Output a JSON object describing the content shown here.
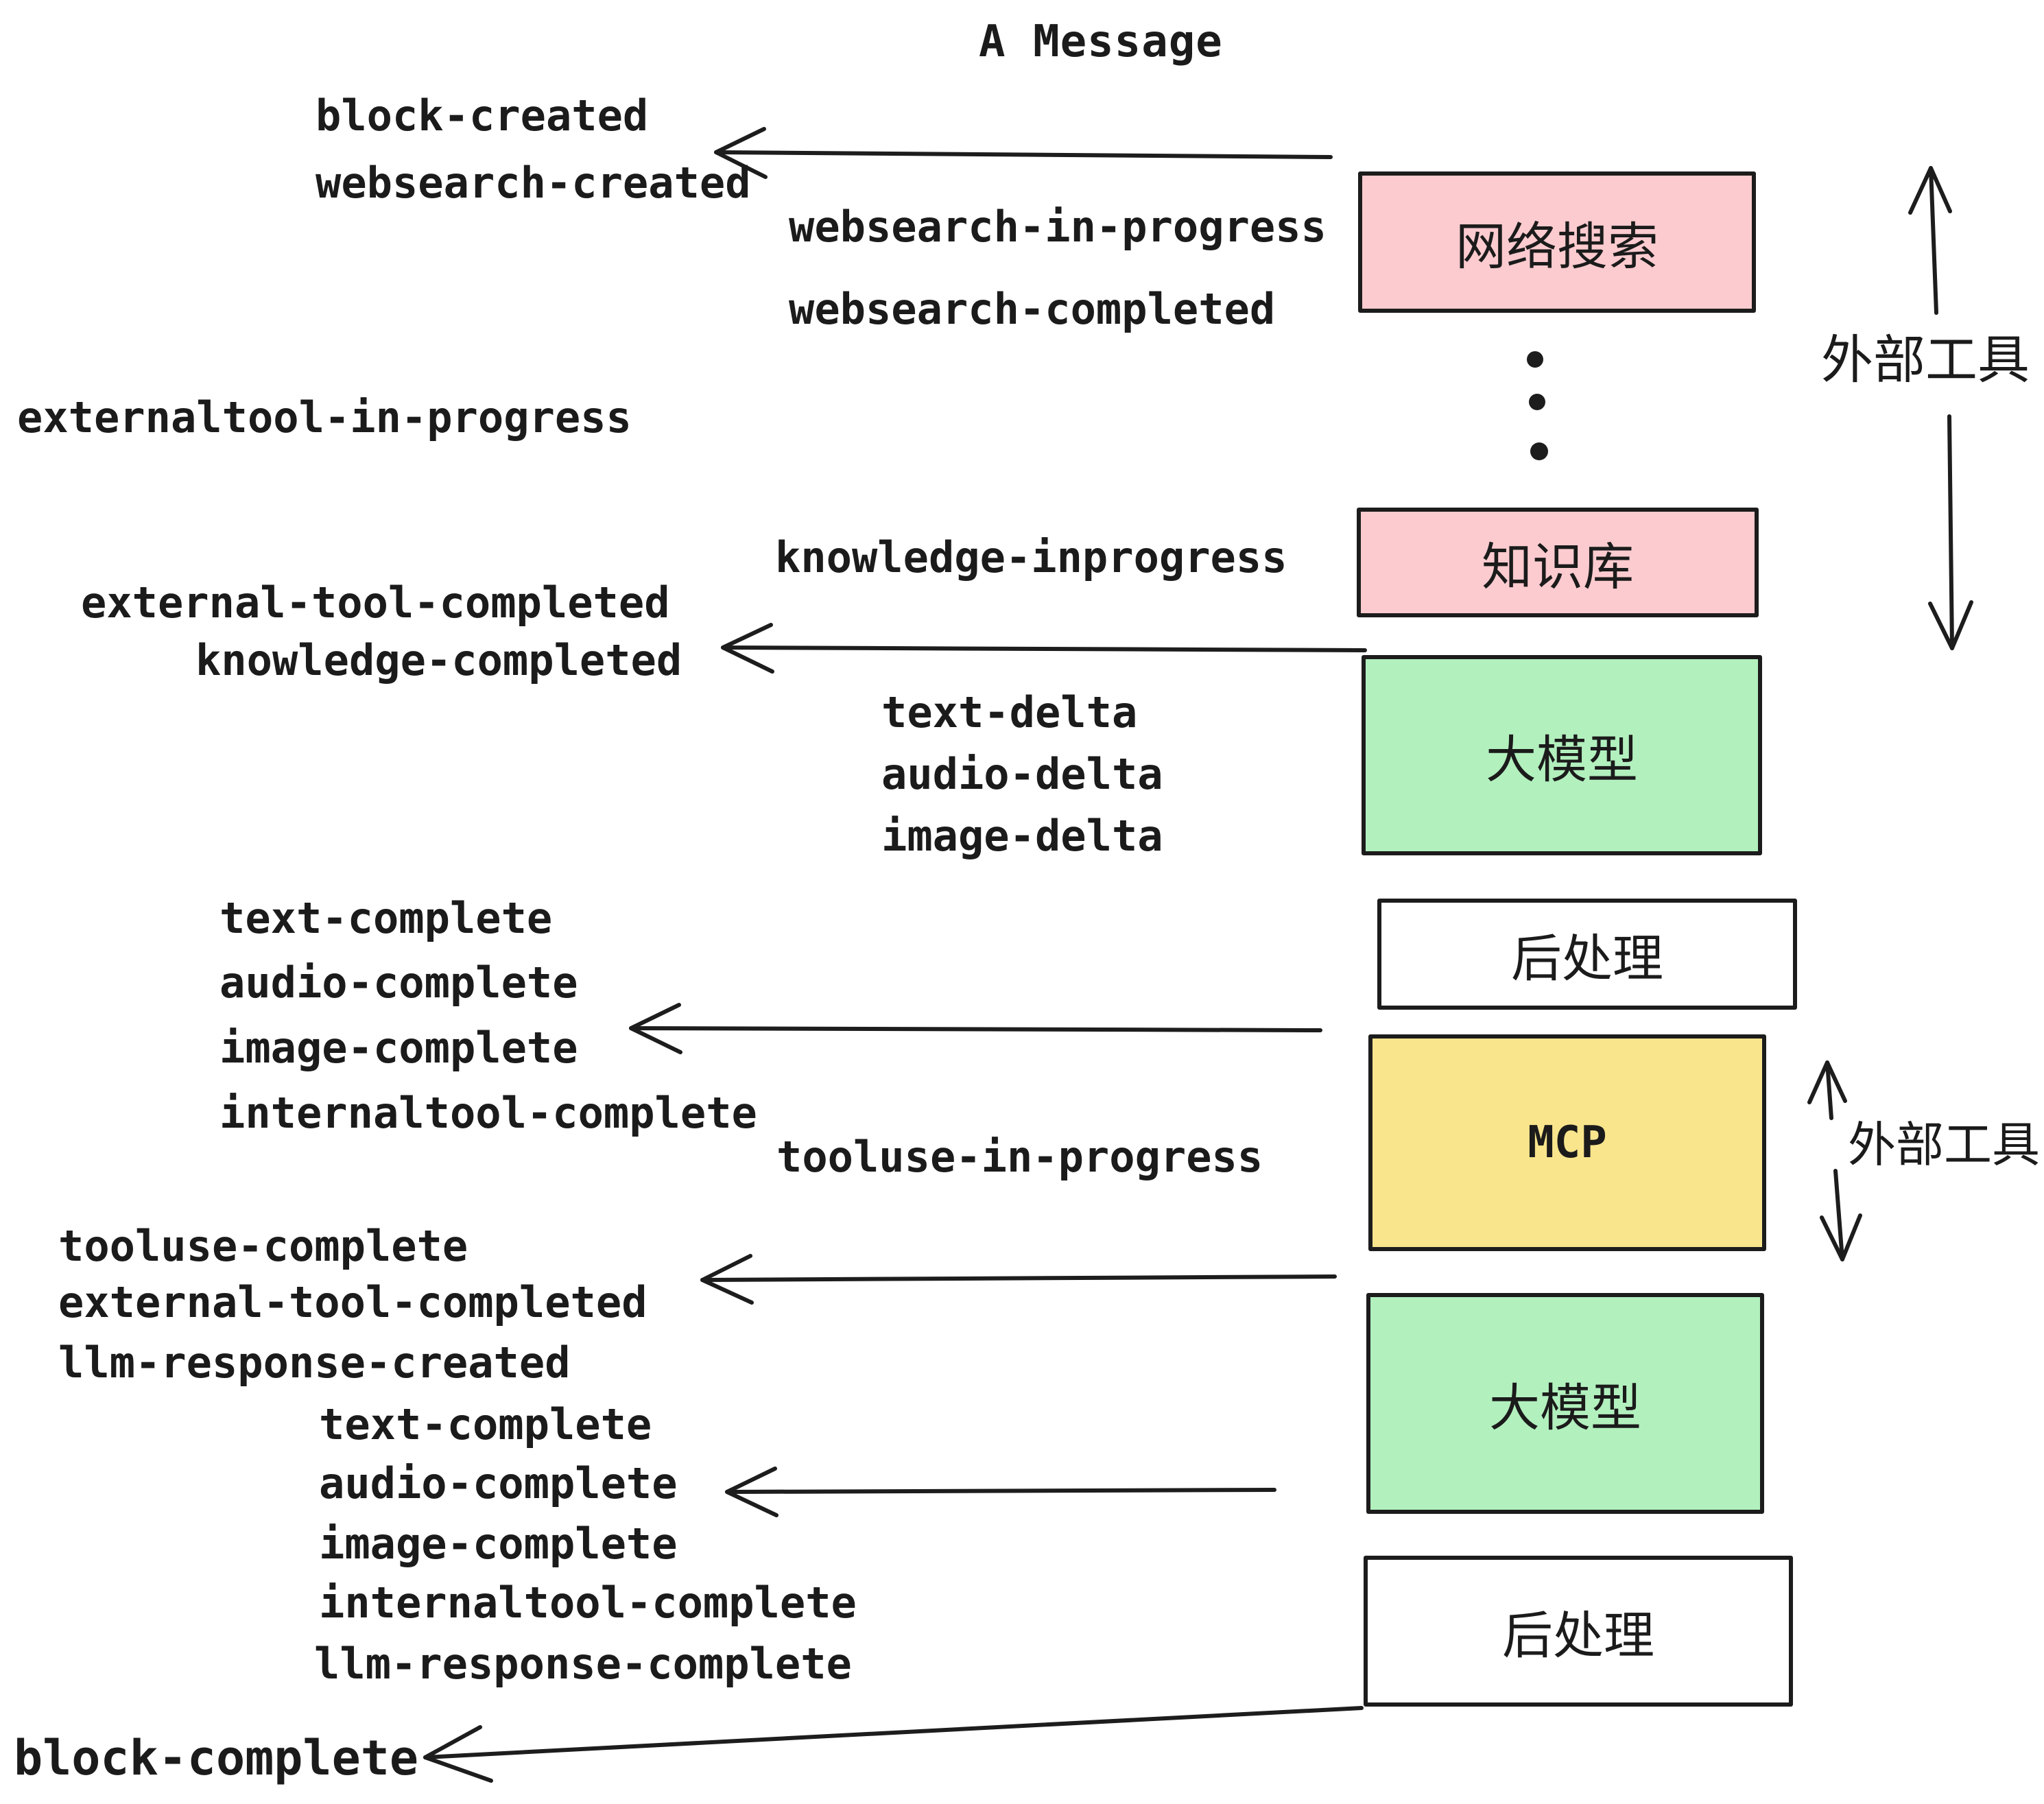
{
  "title": "A Message",
  "events": {
    "block_created": "block-created",
    "websearch_created": "websearch-created",
    "websearch_in_progress": "websearch-in-progress",
    "websearch_completed": "websearch-completed",
    "externaltool_in_progress": "externaltool-in-progress",
    "external_tool_completed_1": "external-tool-completed",
    "knowledge_completed": "knowledge-completed",
    "knowledge_inprogress": "knowledge-inprogress",
    "text_delta_1": "text-delta",
    "audio_delta_1": "audio-delta",
    "image_delta_1": "image-delta",
    "text_complete_1": "text-complete",
    "audio_complete_1": "audio-complete",
    "image_complete_1": "image-complete",
    "internaltool_complete_1": "internaltool-complete",
    "tooluse_in_progress": "tooluse-in-progress",
    "tooluse_complete": "tooluse-complete",
    "external_tool_completed_2": "external-tool-completed",
    "llm_response_created": "llm-response-created",
    "text_complete_2": "text-complete",
    "audio_complete_2": "audio-complete",
    "image_complete_2": "image-complete",
    "internaltool_complete_2": "internaltool-complete",
    "llm_response_complete": "llm-response-complete",
    "block_complete": "block-complete"
  },
  "boxes": {
    "websearch": "网络搜索",
    "knowledge": "知识库",
    "llm_1": "大模型",
    "postprocess_1": "后处理",
    "mcp": "MCP",
    "llm_2": "大模型",
    "postprocess_2": "后处理"
  },
  "annotations": {
    "external_tools_1": "外部工具",
    "external_tools_2": "外部工具"
  },
  "colors": {
    "pink": "#FBCBCF",
    "green": "#B2F0BE",
    "yellow": "#F9E58C",
    "white": "#FFFFFF",
    "line": "#1d1d1d"
  }
}
